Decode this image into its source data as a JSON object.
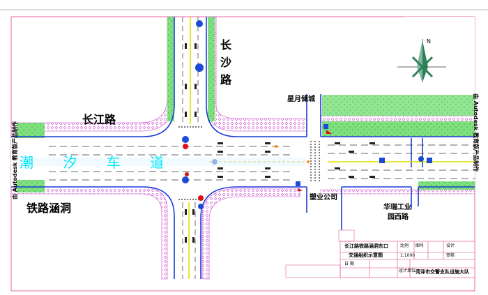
{
  "labels": {
    "changjiang_road": "长江路",
    "changsha_road": "长沙路",
    "railway_culvert": "铁路涵洞",
    "xingyue_city": "星月储城",
    "tide_lane": "潮 汐 车 道",
    "suye_company": "塑业公司",
    "huarui_line1": "华瑞工业",
    "huarui_line2": "园西路",
    "north_symbol": "N"
  },
  "side_notes": {
    "left": "由 Autodesk 教育版产品制作",
    "right": "由 Autodesk 教育版产品制作"
  },
  "title_block": {
    "title_line1": "长江路铁路涵洞东口",
    "title_line2": "交通组织示意图",
    "scale_label": "比例",
    "scale_value": "1:1000",
    "drawing_no_label": "图号",
    "date_label": "日 期",
    "design_label": "设计",
    "review_label": "审核",
    "unit_label": "设计单位",
    "unit_value": "菏泽市交警支队设施大队",
    "left_rows": [
      "",
      "",
      "",
      ""
    ]
  },
  "colors": {
    "curb": "#1a3cd8",
    "median_yellow": "#e0e000",
    "green_belt": "#7fe07f",
    "sidewalk_pink": "#cc44cc",
    "frame_pink": "#e0408a",
    "signal_blue": "#1a4ad8",
    "signal_red": "#e01010",
    "tide_text": "#00e6ff"
  }
}
